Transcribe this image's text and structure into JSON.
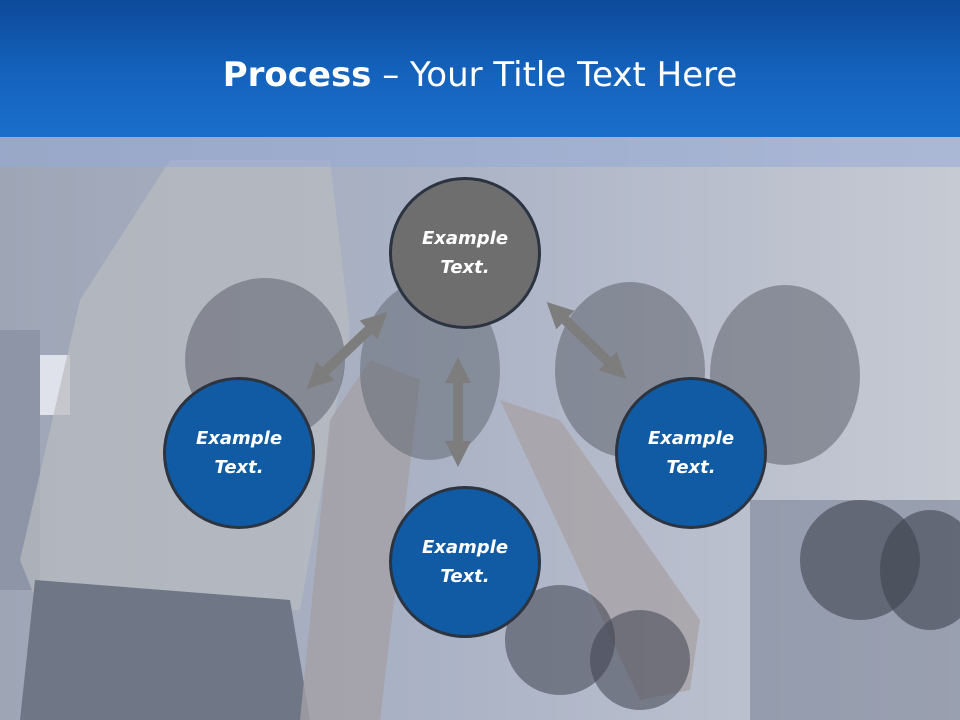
{
  "slide": {
    "title_bold": "Process",
    "title_rest": " – Your Title Text Here"
  },
  "process": {
    "top": {
      "label": "Example Text."
    },
    "left": {
      "label": "Example Text."
    },
    "bottom": {
      "label": "Example Text."
    },
    "right": {
      "label": "Example Text."
    }
  },
  "colors": {
    "title_band": "#1463bd",
    "node_blue": "#105ba4",
    "node_gray": "#6e6e6e",
    "arrow": "#7d7d7d"
  }
}
